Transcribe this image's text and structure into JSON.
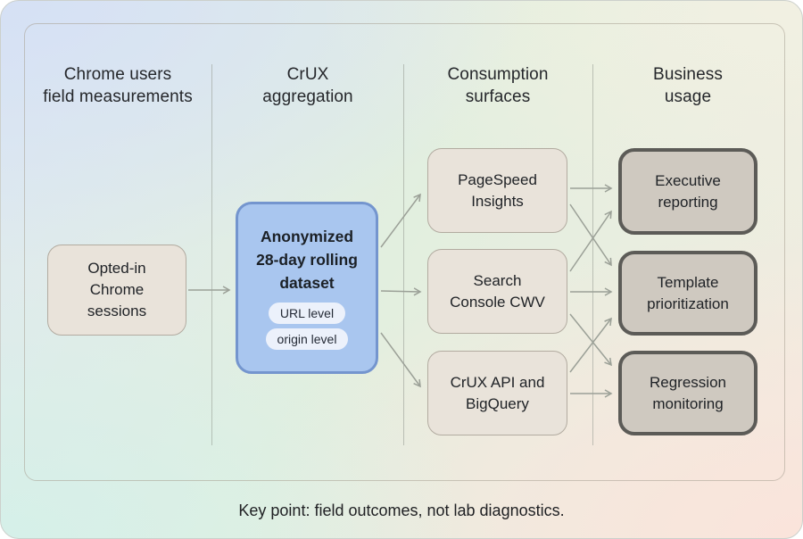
{
  "columns": [
    {
      "id": "field-measurements",
      "header": "Chrome users\nfield measurements",
      "nodes": [
        {
          "id": "opted-in",
          "label": "Opted-in\nChrome\nsessions"
        }
      ]
    },
    {
      "id": "crux-aggregation",
      "header": "CrUX\naggregation",
      "nodes": [
        {
          "id": "dataset",
          "label": "Anonymized\n28-day rolling\ndataset",
          "chips": [
            "URL level",
            "origin level"
          ]
        }
      ]
    },
    {
      "id": "consumption-surfaces",
      "header": "Consumption\nsurfaces",
      "nodes": [
        {
          "id": "pagespeed-insights",
          "label": "PageSpeed\nInsights"
        },
        {
          "id": "search-console-cwv",
          "label": "Search\nConsole CWV"
        },
        {
          "id": "crux-api-bigquery",
          "label": "CrUX API and\nBigQuery"
        }
      ]
    },
    {
      "id": "business-usage",
      "header": "Business\nusage",
      "nodes": [
        {
          "id": "executive-reporting",
          "label": "Executive\nreporting"
        },
        {
          "id": "template-prioritization",
          "label": "Template\nprioritization"
        },
        {
          "id": "regression-monitoring",
          "label": "Regression\nmonitoring"
        }
      ]
    }
  ],
  "edges": [
    {
      "from": "opted-in",
      "to": "dataset"
    },
    {
      "from": "dataset",
      "to": "pagespeed-insights"
    },
    {
      "from": "dataset",
      "to": "search-console-cwv"
    },
    {
      "from": "dataset",
      "to": "crux-api-bigquery"
    },
    {
      "from": "pagespeed-insights",
      "to": "executive-reporting"
    },
    {
      "from": "pagespeed-insights",
      "to": "template-prioritization"
    },
    {
      "from": "search-console-cwv",
      "to": "executive-reporting"
    },
    {
      "from": "search-console-cwv",
      "to": "template-prioritization"
    },
    {
      "from": "search-console-cwv",
      "to": "regression-monitoring"
    },
    {
      "from": "crux-api-bigquery",
      "to": "template-prioritization"
    },
    {
      "from": "crux-api-bigquery",
      "to": "regression-monitoring"
    }
  ],
  "caption": "Key point: field outcomes, not lab diagnostics.",
  "colors": {
    "dataset_fill": "#a9c6ef",
    "dataset_border": "#7495ce",
    "chip_fill": "#ecf1fb",
    "node_fill": "#e9e3da",
    "node_border": "#b2aba0",
    "business_fill": "#cfc9c0",
    "business_border": "#5c5b57",
    "arrow": "#9ba097"
  }
}
